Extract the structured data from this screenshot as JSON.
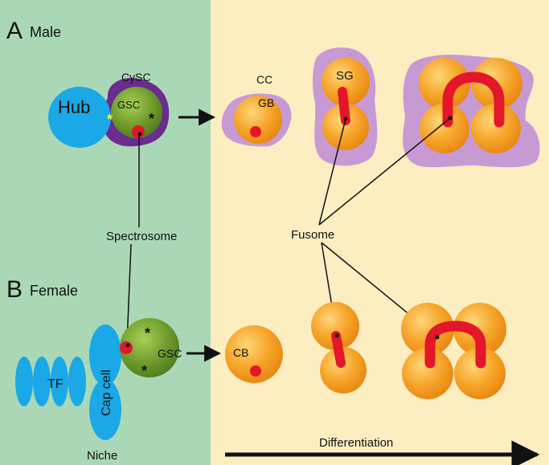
{
  "panels": {
    "male": {
      "letter": "A",
      "title": "Male"
    },
    "female": {
      "letter": "B",
      "title": "Female"
    }
  },
  "labels": {
    "hub": "Hub",
    "cysc": "CySC",
    "gsc_male": "GSC",
    "cc": "CC",
    "gb": "GB",
    "sg": "SG",
    "spectrosome": "Spectrosome",
    "fusome": "Fusome",
    "tf": "TF",
    "cap_cell": "Cap cell",
    "gsc_female": "GSC",
    "cb": "CB",
    "niche": "Niche",
    "differentiation": "Differentiation",
    "asterisk": "*"
  },
  "colors": {
    "niche_bg": "#aad8b6",
    "diff_bg": "#fdeec2",
    "hub_blue": "#1aa8e6",
    "cysc_purple": "#6a2c8e",
    "cyst_lilac": "#c89ad4",
    "gsc_green": "#5c8f24",
    "germ_orange": "#f29a1c",
    "fusome_red": "#e3162a",
    "asterisk_yellow": "#f4f23c"
  }
}
